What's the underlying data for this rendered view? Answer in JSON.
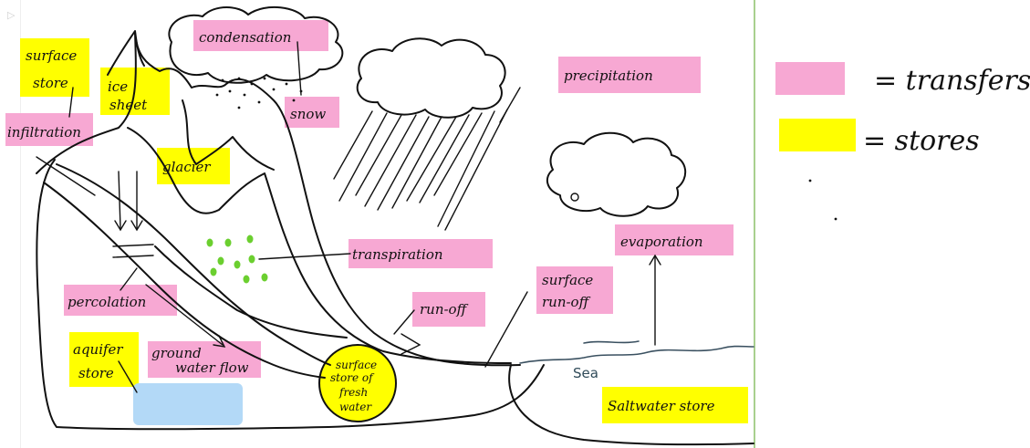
{
  "labels": {
    "surface_store": [
      "surface",
      "store"
    ],
    "ice_sheet": [
      "ice",
      "sheet"
    ],
    "infiltration": "infiltration",
    "condensation": "condensation",
    "snow": "snow",
    "precipitation": "precipitation",
    "glacier": "glacier",
    "transpiration": "transpiration",
    "evaporation": "evaporation",
    "surface_runoff": [
      "surface",
      "run-off"
    ],
    "runoff": "run-off",
    "percolation": "percolation",
    "aquifer_store": [
      "aquifer",
      "store"
    ],
    "groundwater_flow": [
      "ground",
      "water flow"
    ],
    "freshwater_store": [
      "surface",
      "store of",
      "fresh",
      "water"
    ],
    "sea": "Sea",
    "saltwater_store": "Saltwater store"
  },
  "legend": {
    "transfers_label": "= transfers",
    "stores_label": "= stores"
  },
  "colors": {
    "transfer_highlight": "#f7a8d3",
    "store_highlight": "#ffff00",
    "aquifer_water": "#b3d9f7",
    "divider": "#a9d08e",
    "vegetation": "#6bcf2f"
  }
}
